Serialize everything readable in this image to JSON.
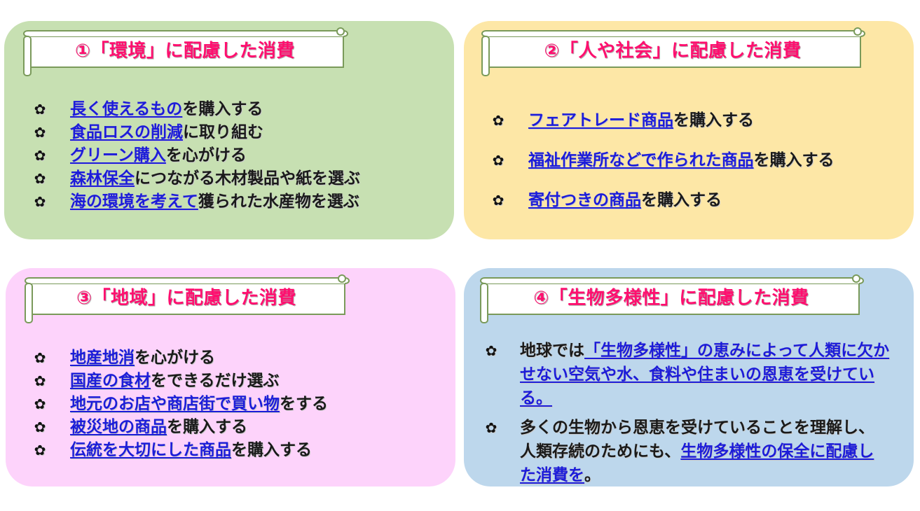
{
  "colors": {
    "panel1_bg": "#c7e0b2",
    "panel2_bg": "#fde7a6",
    "panel3_bg": "#fdd3fb",
    "panel4_bg": "#bdd7ec",
    "title_color": "#ff0f6f",
    "link_color": "#1c1cd9",
    "scroll_fill": "#ffffff",
    "scroll_border": "#7a9a5a"
  },
  "icons": {
    "bullet": "✿"
  },
  "panels": [
    {
      "title": "①「環境」に配慮した消費",
      "items": [
        {
          "link": "長く使えるもの",
          "rest": "を購入する"
        },
        {
          "link": "食品ロスの削減",
          "rest": "に取り組む"
        },
        {
          "link": "グリーン購入",
          "rest": "を心がける"
        },
        {
          "link": "森林保全",
          "rest": "につながる木材製品や紙を選ぶ"
        },
        {
          "link": "海の環境を考えて",
          "rest": "獲られた水産物を選ぶ"
        }
      ]
    },
    {
      "title": "②「人や社会」に配慮した消費",
      "items": [
        {
          "link": "フェアトレード商品",
          "rest": "を購入する"
        },
        {
          "link": "福祉作業所などで作られた商品",
          "rest": "を購入する"
        },
        {
          "link": "寄付つきの商品",
          "rest": "を購入する"
        }
      ]
    },
    {
      "title": "③「地域」に配慮した消費",
      "items": [
        {
          "link": "地産地消",
          "rest": "を心がける"
        },
        {
          "link": "国産の食材",
          "rest": "をできるだけ選ぶ"
        },
        {
          "link": "地元のお店や商店街で買い物",
          "rest": "をする"
        },
        {
          "link": "被災地の商品",
          "rest": "を購入する"
        },
        {
          "link": "伝統を大切にした商品",
          "rest": "を購入する"
        }
      ]
    },
    {
      "title": "④「生物多様性」に配慮した消費",
      "items": [
        {
          "pre": "地球では",
          "link": "「生物多様性」の恵みによって人類に欠かせない空気や水、食料や住まいの恩恵を受けている。",
          "rest": ""
        },
        {
          "pre": "多くの生物から恩恵を受けていることを理解し、人類存続のためにも、",
          "link": "生物多様性の保全に配慮した消費を",
          "rest": "。"
        }
      ]
    }
  ]
}
